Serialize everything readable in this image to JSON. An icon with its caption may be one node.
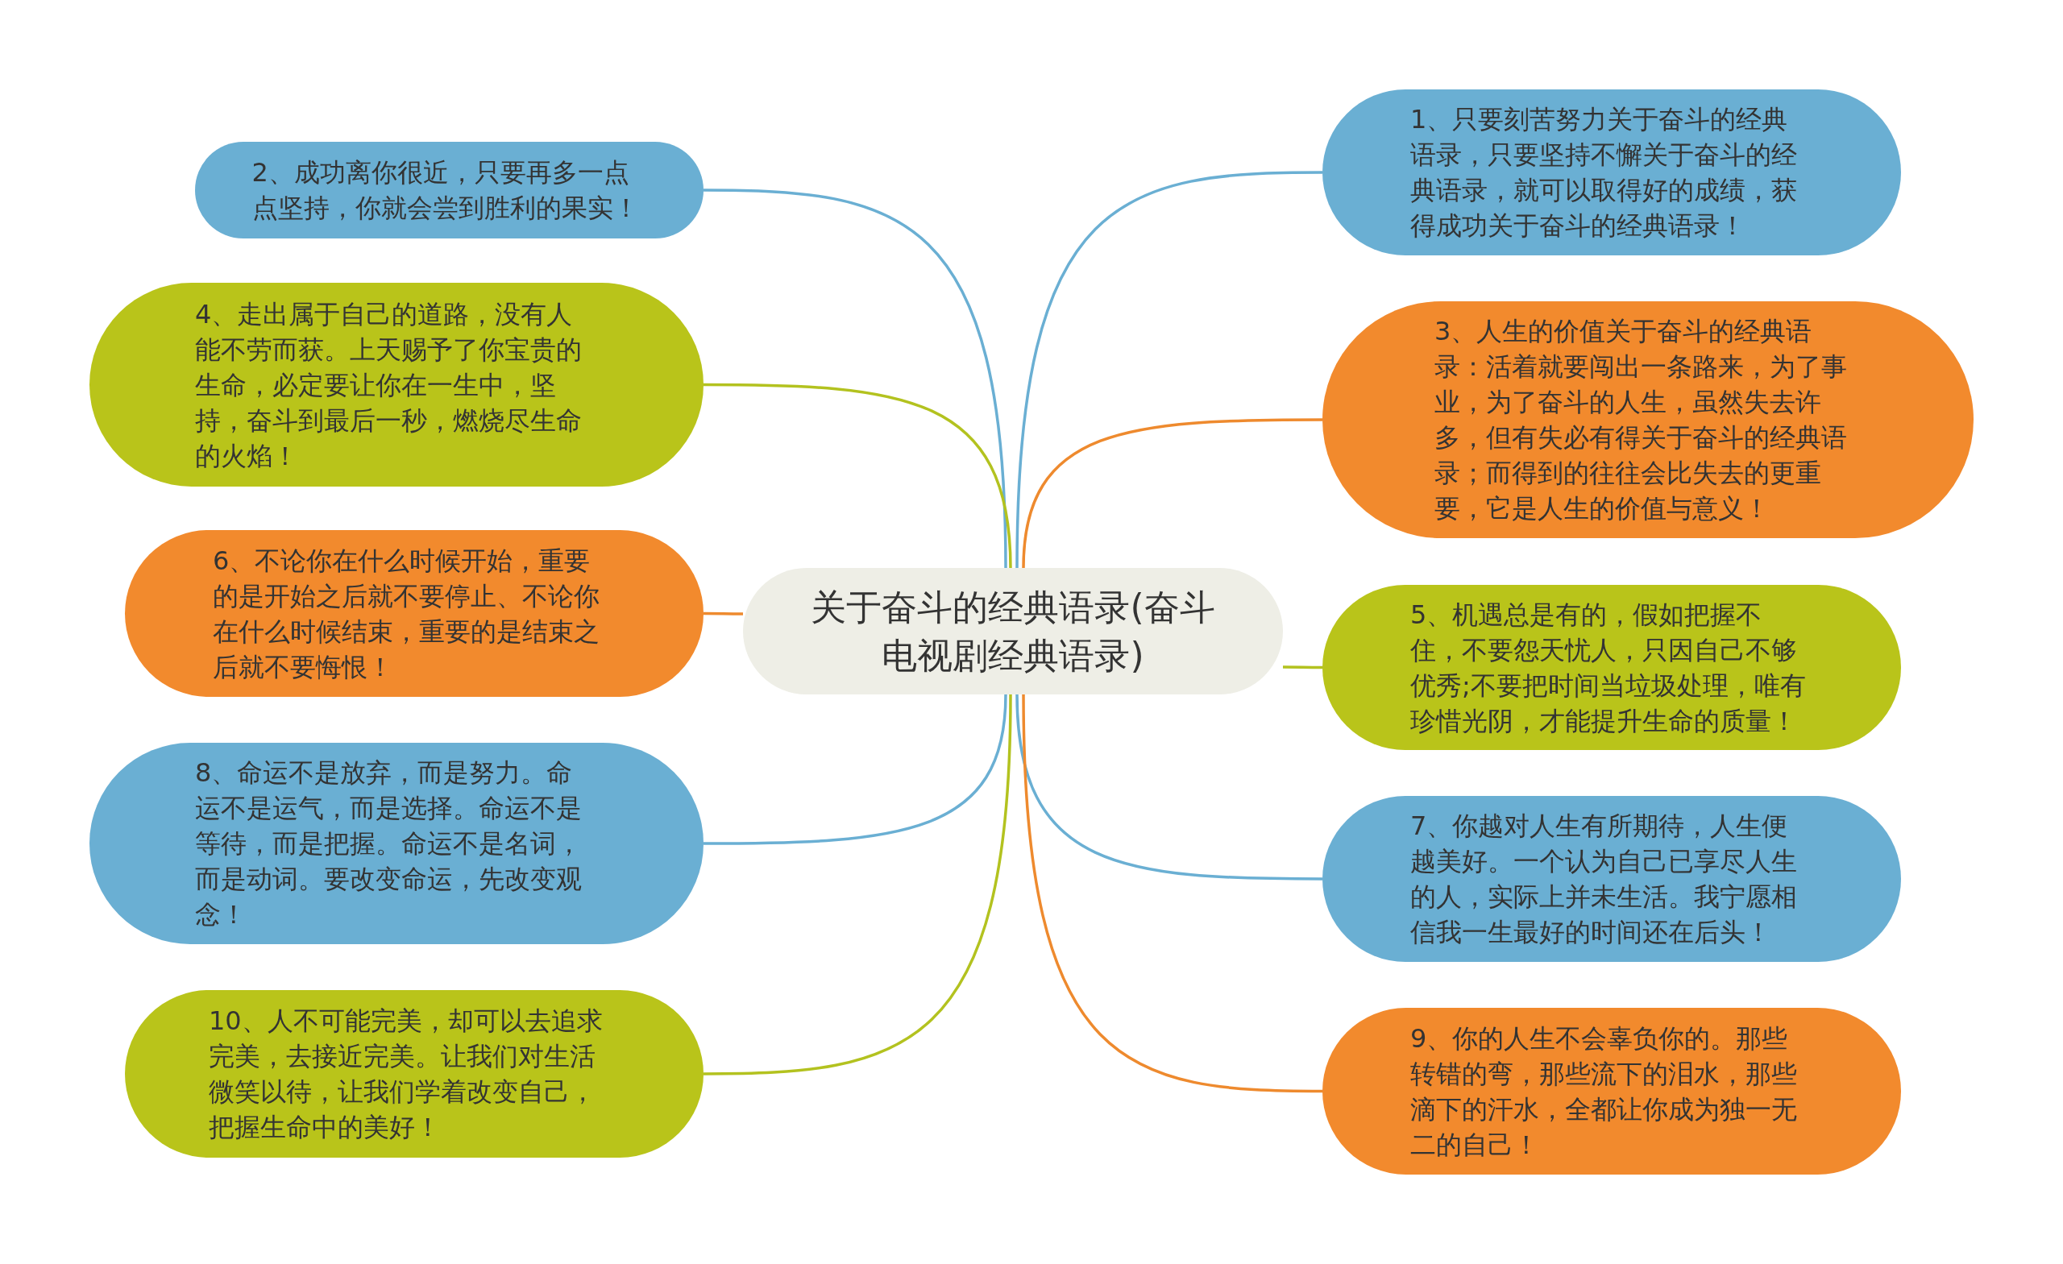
{
  "diagram": {
    "nodes": [
      {
        "text": [
          "关于奋斗的经典语录(奋斗电视剧经典语录)"
        ]
      },
      {
        "text": [
          "1、只要刻苦努力关于奋斗的经典语录，只要坚持不懈关于奋斗的经典语录，就可以取得好的成绩，获得成功关于奋斗的经典语录！"
        ]
      },
      {
        "text": [
          "2、成功离你很近，只要再多一点点坚持，你就会尝到胜利的果实！"
        ]
      },
      {
        "text": [
          "3、人生的价值关于奋斗的经典语录：活着就要闯出一条路来，为了事业，为了奋斗的人生，虽然失去许多，但有失必有得关于奋斗的经典语录；而得到的往往会比失去的更重要，它是人生的价值与意义！"
        ]
      },
      {
        "text": [
          "4、走出属于自己的道路，没有人能不劳而获。上天赐予了你宝贵的生命，必定要让你在一生中，坚持，奋斗到最后一秒，燃烧尽生命的火焰！"
        ]
      },
      {
        "text": [
          "5、机遇总是有的，假如把握不住，不要怨天忧人，只因自己不够优秀;不要把时间当垃圾处理，唯有珍惜光阴，才能提升生命的质量！"
        ]
      },
      {
        "text": [
          "6、不论你在什么时候开始，重要的是开始之后就不要停止、不论你在什么时候结束，重要的是结束之后就不要悔恨！"
        ]
      },
      {
        "text": [
          "7、你越对人生有所期待，人生便越美好。一个认为自己已享尽人生的人，实际上并未生活。我宁愿相信我一生最好的时间还在后头！"
        ]
      },
      {
        "text": [
          "8、命运不是放弃，而是努力。命运不是运气，而是选择。命运不是等待，而是把握。命运不是名词，而是动词。要改变命运，先改变观念！"
        ]
      },
      {
        "text": [
          "9、你的人生不会辜负你的。那些转错的弯，那些流下的泪水，那些滴下的汗水，全都让你成为独一无二的自己！"
        ]
      },
      {
        "text": [
          "10、人不可能完美，却可以去追求完美，去接近完美。让我们对生活微笑以待，让我们学着改变自己，把握生命中的美好！"
        ]
      }
    ],
    "edges": [
      {
        "from": 0,
        "to": 1,
        "arrow": "none"
      },
      {
        "from": 0,
        "to": 2,
        "arrow": "none"
      },
      {
        "from": 0,
        "to": 3,
        "arrow": "none",
        "color": "#ee8a2e"
      },
      {
        "from": 0,
        "to": 4,
        "arrow": "none",
        "color": "#b3c21f"
      },
      {
        "from": 0,
        "to": 5,
        "arrow": "none",
        "color": "#b3c21f"
      },
      {
        "from": 0,
        "to": 6,
        "arrow": "none",
        "color": "#ee8a2e"
      },
      {
        "from": 0,
        "to": 7,
        "arrow": "none"
      },
      {
        "from": 0,
        "to": 8,
        "arrow": "none"
      },
      {
        "from": 0,
        "to": 9,
        "arrow": "none",
        "color": "#ee8a2e"
      },
      {
        "from": 0,
        "to": 10,
        "arrow": "none",
        "color": "#b3c21f"
      }
    ]
  }
}
